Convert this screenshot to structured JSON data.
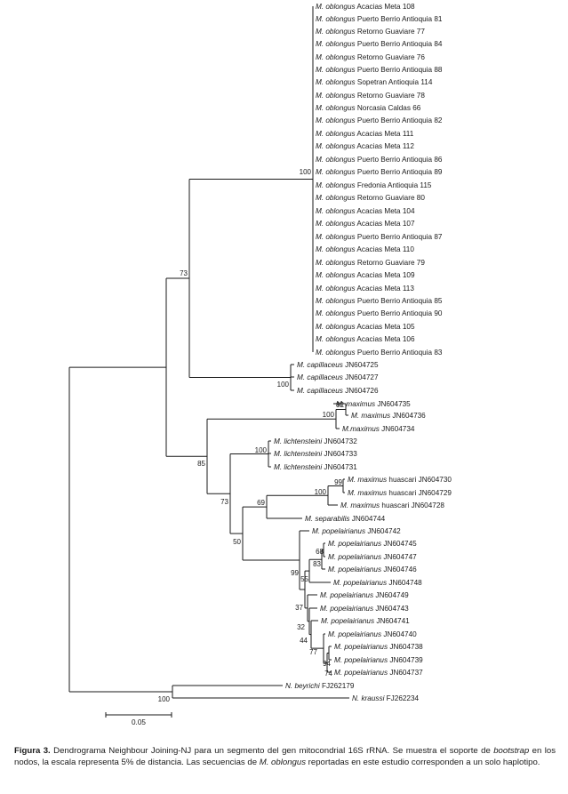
{
  "tips": [
    {
      "id": "t0",
      "genus": "M. oblongus",
      "rest": "Acacias Meta 108"
    },
    {
      "id": "t1",
      "genus": "M. oblongus",
      "rest": "Puerto Berrio Antioquia 81"
    },
    {
      "id": "t2",
      "genus": "M. oblongus",
      "rest": "Retorno Guaviare 77"
    },
    {
      "id": "t3",
      "genus": "M. oblongus",
      "rest": "Puerto Berrio Antioquia 84"
    },
    {
      "id": "t4",
      "genus": "M. oblongus",
      "rest": "Retorno Guaviare 76"
    },
    {
      "id": "t5",
      "genus": "M. oblongus",
      "rest": "Puerto Berrio Antioquia 88"
    },
    {
      "id": "t6",
      "genus": "M. oblongus",
      "rest": "Sopetran Antioquia 114"
    },
    {
      "id": "t7",
      "genus": "M. oblongus",
      "rest": "Retorno Guaviare 78"
    },
    {
      "id": "t8",
      "genus": "M. oblongus",
      "rest": "Norcasia Caldas 66"
    },
    {
      "id": "t9",
      "genus": "M. oblongus",
      "rest": "Puerto Berrio Antioquia 82"
    },
    {
      "id": "t10",
      "genus": "M. oblongus",
      "rest": "Acacias Meta 111"
    },
    {
      "id": "t11",
      "genus": "M. oblongus",
      "rest": "Acacias Meta 112"
    },
    {
      "id": "t12",
      "genus": "M. oblongus",
      "rest": "Puerto Berrio Antioquia 86"
    },
    {
      "id": "t13",
      "genus": "M. oblongus",
      "rest": "Puerto Berrio Antioquia 89"
    },
    {
      "id": "t14",
      "genus": "M. oblongus",
      "rest": "Fredonia Antioquia 115"
    },
    {
      "id": "t15",
      "genus": "M. oblongus",
      "rest": "Retorno Guaviare 80"
    },
    {
      "id": "t16",
      "genus": "M. oblongus",
      "rest": "Acacias Meta 104"
    },
    {
      "id": "t17",
      "genus": "M. oblongus",
      "rest": "Acacias Meta 107"
    },
    {
      "id": "t18",
      "genus": "M. oblongus",
      "rest": "Puerto Berrio Antioquia 87"
    },
    {
      "id": "t19",
      "genus": "M. oblongus",
      "rest": "Acacias Meta 110"
    },
    {
      "id": "t20",
      "genus": "M. oblongus",
      "rest": "Retorno Guaviare 79"
    },
    {
      "id": "t21",
      "genus": "M. oblongus",
      "rest": "Acacias Meta 109"
    },
    {
      "id": "t22",
      "genus": "M. oblongus",
      "rest": "Acacias Meta 113"
    },
    {
      "id": "t23",
      "genus": "M. oblongus",
      "rest": "Puerto Berrio Antioquia 85"
    },
    {
      "id": "t24",
      "genus": "M. oblongus",
      "rest": "Puerto Berrio Antioquia 90"
    },
    {
      "id": "t25",
      "genus": "M. oblongus",
      "rest": "Acacias Meta 105"
    },
    {
      "id": "t26",
      "genus": "M. oblongus",
      "rest": "Acacias Meta 106"
    },
    {
      "id": "t27",
      "genus": "M. oblongus",
      "rest": "Puerto Berrio Antioquia 83"
    },
    {
      "id": "t28",
      "genus": "M. capillaceus",
      "rest": "JN604725"
    },
    {
      "id": "t29",
      "genus": "M. capillaceus",
      "rest": "JN604727"
    },
    {
      "id": "t30",
      "genus": "M. capillaceus",
      "rest": "JN604726"
    },
    {
      "id": "t31",
      "genus": "M. maximus",
      "rest": "JN604735"
    },
    {
      "id": "t32",
      "genus": "M. maximus",
      "rest": "JN604736"
    },
    {
      "id": "t33",
      "genus": "M.maximus",
      "rest": "JN604734"
    },
    {
      "id": "t34",
      "genus": "M. lichtensteini",
      "rest": "JN604732"
    },
    {
      "id": "t35",
      "genus": "M. lichtensteini",
      "rest": "JN604733"
    },
    {
      "id": "t36",
      "genus": "M. lichtensteini",
      "rest": "JN604731"
    },
    {
      "id": "t37",
      "genus": "M. maximus",
      "rest": "huascari JN604730"
    },
    {
      "id": "t38",
      "genus": "M. maximus",
      "rest": "huascari JN604729"
    },
    {
      "id": "t39",
      "genus": "M. maximus",
      "rest": "huascari JN604728"
    },
    {
      "id": "t40",
      "genus": "M. separabilis",
      "rest": "JN604744"
    },
    {
      "id": "t41",
      "genus": "M. popelairianus",
      "rest": "JN604742"
    },
    {
      "id": "t42",
      "genus": "M. popelairianus",
      "rest": "JN604745"
    },
    {
      "id": "t43",
      "genus": "M. popelairianus",
      "rest": "JN604747"
    },
    {
      "id": "t44",
      "genus": "M. popelairianus",
      "rest": "JN604746"
    },
    {
      "id": "t45",
      "genus": "M. popelairianus",
      "rest": "JN604748"
    },
    {
      "id": "t46",
      "genus": "M. popelairianus",
      "rest": "JN604749"
    },
    {
      "id": "t47",
      "genus": "M. popelairianus",
      "rest": "JN604743"
    },
    {
      "id": "t48",
      "genus": "M. popelairianus",
      "rest": "JN604741"
    },
    {
      "id": "t49",
      "genus": "M. popelairianus",
      "rest": "JN604740"
    },
    {
      "id": "t50",
      "genus": "M. popelairianus",
      "rest": "JN604738"
    },
    {
      "id": "t51",
      "genus": "M. popelairianus",
      "rest": "JN604739"
    },
    {
      "id": "t52",
      "genus": "M. popelairianus",
      "rest": "JN604737"
    },
    {
      "id": "t53",
      "genus": "N. beyrichi",
      "rest": "FJ262179"
    },
    {
      "id": "t54",
      "genus": "N. kraussi",
      "rest": "FJ262234"
    }
  ],
  "support_values": [
    {
      "node": "oblongus",
      "value": "100"
    },
    {
      "node": "obl_cap",
      "value": "73"
    },
    {
      "node": "capillaceus",
      "value": "100"
    },
    {
      "node": "max_inner",
      "value": "92"
    },
    {
      "node": "maximus",
      "value": "100"
    },
    {
      "node": "lichtensteini",
      "value": "100"
    },
    {
      "node": "huascari_inner",
      "value": "99"
    },
    {
      "node": "huascari",
      "value": "100"
    },
    {
      "node": "hua_sep",
      "value": "69"
    },
    {
      "node": "lich_rest",
      "value": "73"
    },
    {
      "node": "ingroup2",
      "value": "85"
    },
    {
      "node": "hsp",
      "value": "50"
    },
    {
      "node": "pop_a",
      "value": "68"
    },
    {
      "node": "pop_b",
      "value": "83"
    },
    {
      "node": "pop_c",
      "value": "55"
    },
    {
      "node": "pop_d",
      "value": "99"
    },
    {
      "node": "pop_e",
      "value": "37"
    },
    {
      "node": "pop_f",
      "value": "32"
    },
    {
      "node": "pop_h",
      "value": "44"
    },
    {
      "node": "pop_i",
      "value": "77"
    },
    {
      "node": "pop_j",
      "value": "94"
    },
    {
      "node": "pop_k",
      "value": "74"
    },
    {
      "node": "outgroup",
      "value": "100"
    }
  ],
  "scale_bar": {
    "label": "0.05",
    "distance": 0.05
  },
  "caption": {
    "label": "Figura 3.",
    "p1": " Dendrograma Neighbour Joining-NJ para un segmento del gen mitocondrial 16S rRNA. Se muestra el soporte de ",
    "em1": "bootstrap",
    "p2": " en los nodos, la escala representa 5% de distancia. Las secuencias de ",
    "em2": "M. oblongus",
    "p3": " reportadas en este estudio corresponden a un solo haplotipo."
  }
}
